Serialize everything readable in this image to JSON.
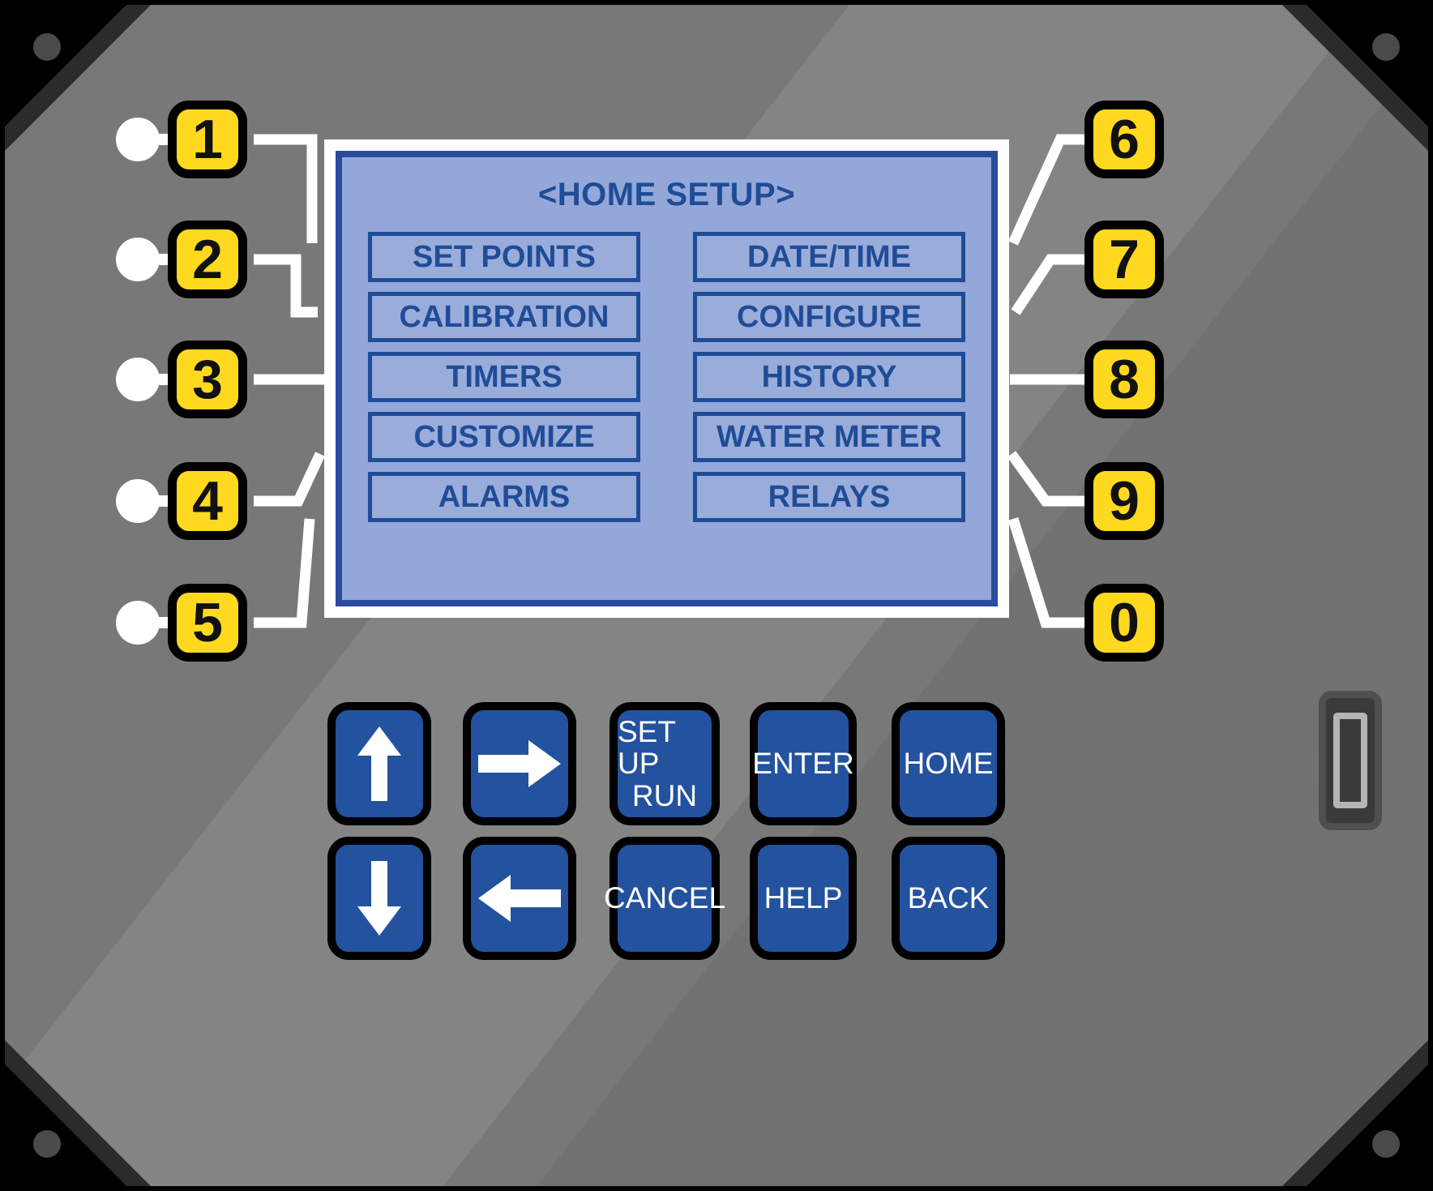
{
  "device": {
    "name": "industrial-controller-panel",
    "colors": {
      "bezel_dark": "#2b2b2b",
      "face_grey": "#787878",
      "lcd_background": "#93a7d8",
      "lcd_text": "#1f4c97",
      "lcd_border": "#2a4a9e",
      "softkey_yellow": "#ffd91f",
      "keypad_blue": "#23529e",
      "key_text": "#ffffff",
      "led_white": "#ffffff"
    }
  },
  "screen": {
    "title": "<HOME SETUP>",
    "left_column": [
      {
        "label": "SET POINTS",
        "softkey": "1"
      },
      {
        "label": "CALIBRATION",
        "softkey": "2"
      },
      {
        "label": "TIMERS",
        "softkey": "3"
      },
      {
        "label": "CUSTOMIZE",
        "softkey": "4"
      },
      {
        "label": "ALARMS",
        "softkey": "5"
      }
    ],
    "right_column": [
      {
        "label": "DATE/TIME",
        "softkey": "6"
      },
      {
        "label": "CONFIGURE",
        "softkey": "7"
      },
      {
        "label": "HISTORY",
        "softkey": "8"
      },
      {
        "label": "WATER METER",
        "softkey": "9"
      },
      {
        "label": "RELAYS",
        "softkey": "0"
      }
    ]
  },
  "softkeys": {
    "left": [
      "1",
      "2",
      "3",
      "4",
      "5"
    ],
    "right": [
      "6",
      "7",
      "8",
      "9",
      "0"
    ]
  },
  "keypad": {
    "row1": [
      {
        "label": "",
        "icon": "arrow-up-icon",
        "name": "up-arrow-key"
      },
      {
        "label": "",
        "icon": "arrow-right-icon",
        "name": "right-arrow-key"
      },
      {
        "label": "SET UP",
        "label2": "RUN",
        "icon": "",
        "name": "setup-run-key"
      },
      {
        "label": "ENTER",
        "icon": "",
        "name": "enter-key"
      },
      {
        "label": "HOME",
        "icon": "",
        "name": "home-key"
      }
    ],
    "row2": [
      {
        "label": "",
        "icon": "arrow-down-icon",
        "name": "down-arrow-key"
      },
      {
        "label": "",
        "icon": "arrow-left-icon",
        "name": "left-arrow-key"
      },
      {
        "label": "CANCEL",
        "icon": "",
        "name": "cancel-key"
      },
      {
        "label": "HELP",
        "icon": "",
        "name": "help-key"
      },
      {
        "label": "BACK",
        "icon": "",
        "name": "back-key"
      }
    ]
  },
  "ports": {
    "usb_label": "usb-port"
  }
}
